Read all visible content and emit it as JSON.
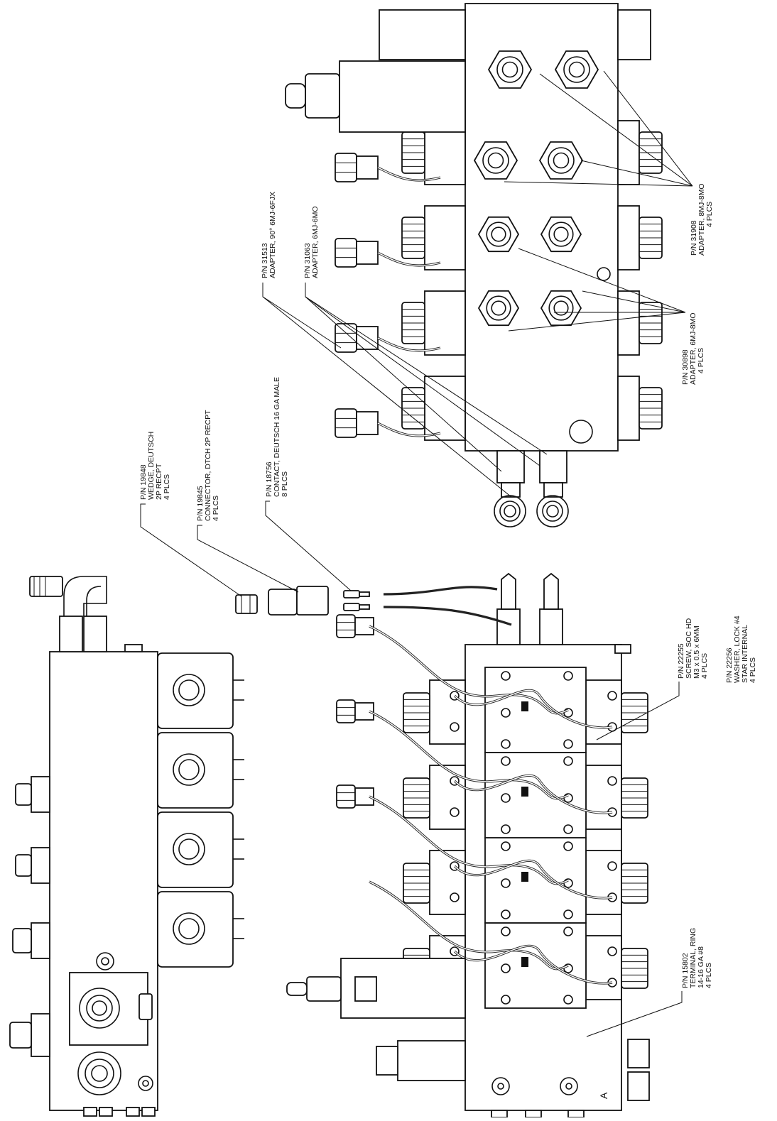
{
  "labels": {
    "wedge": {
      "pn": "P/N 19848",
      "desc": "WEDGE, DEUTSCH",
      "desc2": "2P RECPT",
      "qty": "4 PLCS"
    },
    "connector": {
      "pn": "P/N 19845",
      "desc": "CONNECTOR, DTCH 2P RECPT",
      "qty": "4 PLCS"
    },
    "contact": {
      "pn": "P/N 18756",
      "desc": "CONTACT, DEUTSCH 16 GA MALE",
      "qty": "8 PLCS"
    },
    "adapter90": {
      "pn": "P/N 31513",
      "desc": "ADAPTER, 90° 6MJ-6FJX"
    },
    "adapter6mo": {
      "pn": "P/N 31063",
      "desc": "ADAPTER, 6MJ-6MO"
    },
    "adapter30898": {
      "pn": "P/N 30898",
      "desc": "ADAPTER, 6MJ-8MO",
      "qty": "4 PLCS"
    },
    "adapter31908": {
      "pn": "P/N 31908",
      "desc": "ADAPTER, 8MJ-8MO",
      "qty": "4 PLCS"
    },
    "terminal": {
      "pn": "P/N 15802",
      "desc": "TERMINAL, RING",
      "desc2": "14-16 GA #8",
      "qty": "4 PLCS"
    },
    "screw": {
      "pn": "P/N 22255",
      "desc": "SCREW, SOC HD",
      "desc2": "M3 x 0.5 x 6MM",
      "qty": "4 PLCS"
    },
    "washer": {
      "pn": "P/N 22256",
      "desc": "WASHER, LOCK #4",
      "desc2": "STAR INTERNAL",
      "qty": "4 PLCS"
    }
  },
  "view_marker": "A",
  "icons": [
    "solenoid-coil-icon",
    "hex-fitting-icon",
    "elbow-fitting-icon",
    "deutsch-connector-icon"
  ]
}
